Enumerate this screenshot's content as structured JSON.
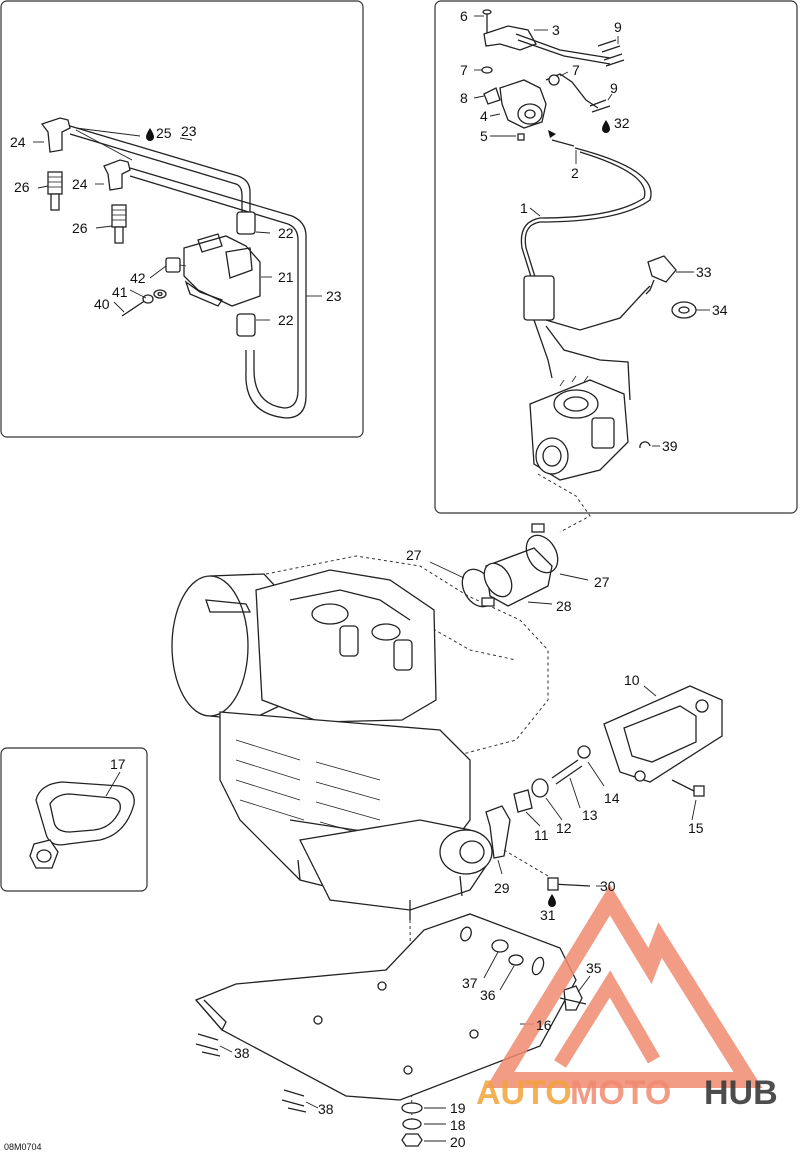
{
  "figure_code": "08M0704",
  "watermark": {
    "part1": "AUTO",
    "part2": "MOTO",
    "part3": "HUB",
    "color_main": "#f08a70",
    "color_dark": "#3a3a3a",
    "logo_name": "automotohub-triangle-logo"
  },
  "labels": {
    "l1": "1",
    "l2": "2",
    "l3": "3",
    "l4": "4",
    "l5": "5",
    "l6": "6",
    "l7a": "7",
    "l7b": "7",
    "l8": "8",
    "l9a": "9",
    "l9b": "9",
    "l10": "10",
    "l11": "11",
    "l12": "12",
    "l13": "13",
    "l14": "14",
    "l15": "15",
    "l16": "16",
    "l17": "17",
    "l18": "18",
    "l19": "19",
    "l20": "20",
    "l21": "21",
    "l22a": "22",
    "l22b": "22",
    "l23a": "23",
    "l23b": "23",
    "l24a": "24",
    "l24b": "24",
    "l25": "25",
    "l26a": "26",
    "l26b": "26",
    "l27a": "27",
    "l27b": "27",
    "l28": "28",
    "l29": "29",
    "l30": "30",
    "l31": "31",
    "l32": "32",
    "l33": "33",
    "l34": "34",
    "l35": "35",
    "l36": "36",
    "l37": "37",
    "l38a": "38",
    "l38b": "38",
    "l39": "39",
    "l40": "40",
    "l41": "41",
    "l42": "42"
  }
}
